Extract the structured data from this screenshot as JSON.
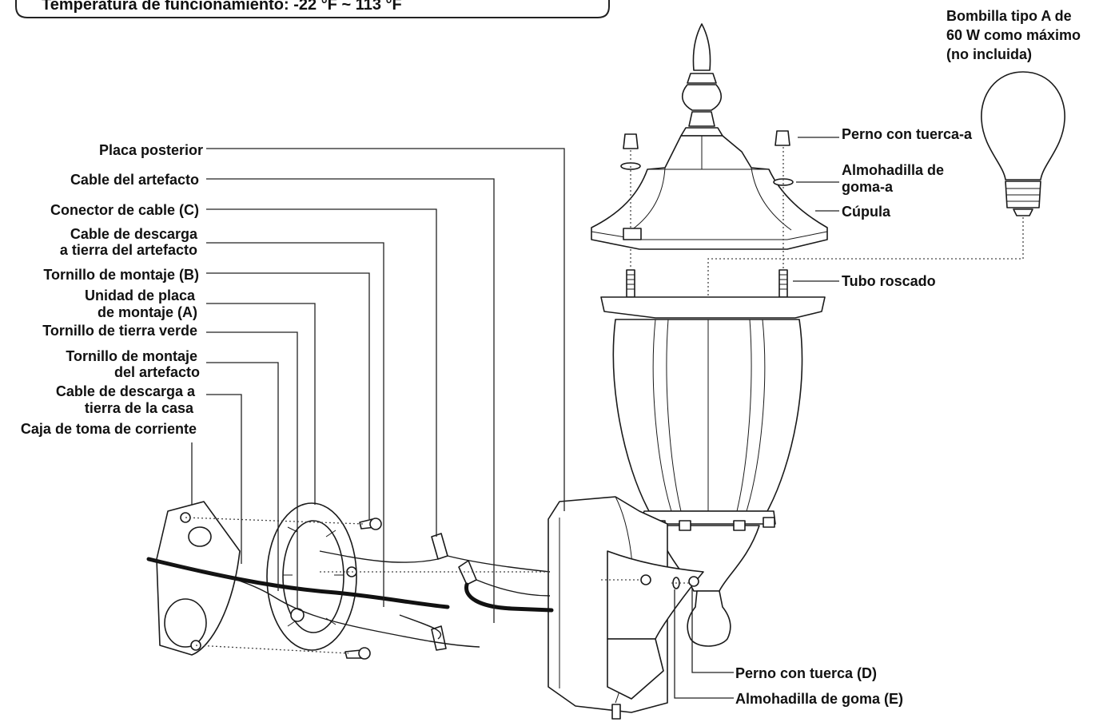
{
  "header": {
    "operating_temperature": "Temperatura de funcionamiento: -22 °F ~ 113 °F"
  },
  "labels": {
    "bulb_line1": "Bombilla tipo A de",
    "bulb_line2": "60 W como máximo",
    "bulb_line3": "(no incluida)",
    "back_plate": "Placa posterior",
    "fixture_wire": "Cable del artefacto",
    "wire_connector": "Conector de cable (C)",
    "fixture_ground_line1": "Cable de descarga",
    "fixture_ground_line2": "a tierra del artefacto",
    "mounting_screw": "Tornillo de montaje (B)",
    "plate_unit_line1": "Unidad de placa",
    "plate_unit_line2": "de montaje (A)",
    "green_ground_screw": "Tornillo de tierra verde",
    "fixture_screw_line1": "Tornillo de montaje",
    "fixture_screw_line2": "del artefacto",
    "house_ground_line1": "Cable de descarga a",
    "house_ground_line2": "tierra de la casa",
    "outlet_box": "Caja de toma de corriente",
    "bolt_nut_a": "Perno con tuerca-a",
    "rubber_pad_a_line1": "Almohadilla de",
    "rubber_pad_a_line2": "goma-a",
    "dome": "Cúpula",
    "threaded_tube": "Tubo roscado",
    "bolt_nut_d": "Perno con tuerca (D)",
    "rubber_pad_e": "Almohadilla de goma (E)"
  }
}
